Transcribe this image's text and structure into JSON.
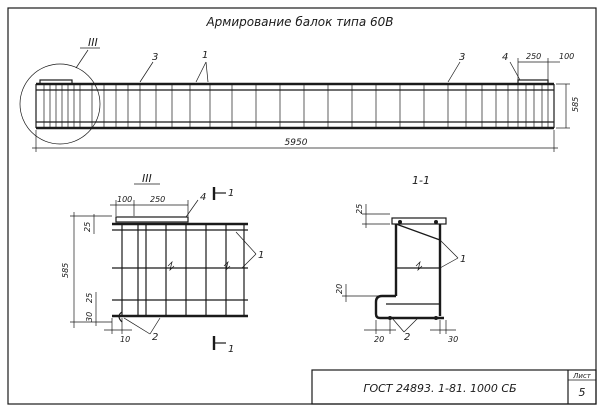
{
  "title": "Армирование балок типа 60В",
  "elevation": {
    "dim_length": "5950",
    "dim_height": "585",
    "dim_end_top": "250",
    "dim_end_right": "100",
    "callout_detail": "III",
    "marks": {
      "m1": "1",
      "m3_left": "3",
      "m3_right": "3",
      "m4": "4"
    }
  },
  "detail": {
    "label": "III",
    "dim_top_100": "100",
    "dim_top_250": "250",
    "mark_4": "4",
    "mark_1": "1",
    "mark_2": "2",
    "dim_height": "585",
    "dim_25_top": "25",
    "dim_25_bottom": "25",
    "dim_30": "30",
    "dim_10": "10",
    "section_mark": "1"
  },
  "section": {
    "label": "1-1",
    "dim_25": "25",
    "dim_20_side": "20",
    "dim_20_bottom": "20",
    "dim_30": "30",
    "mark_1": "1",
    "mark_2": "2"
  },
  "stamp": {
    "doc_code": "ГОСТ 24893. 1-81. 1000 СБ",
    "sheet_label": "Лист",
    "sheet_number": "5"
  }
}
